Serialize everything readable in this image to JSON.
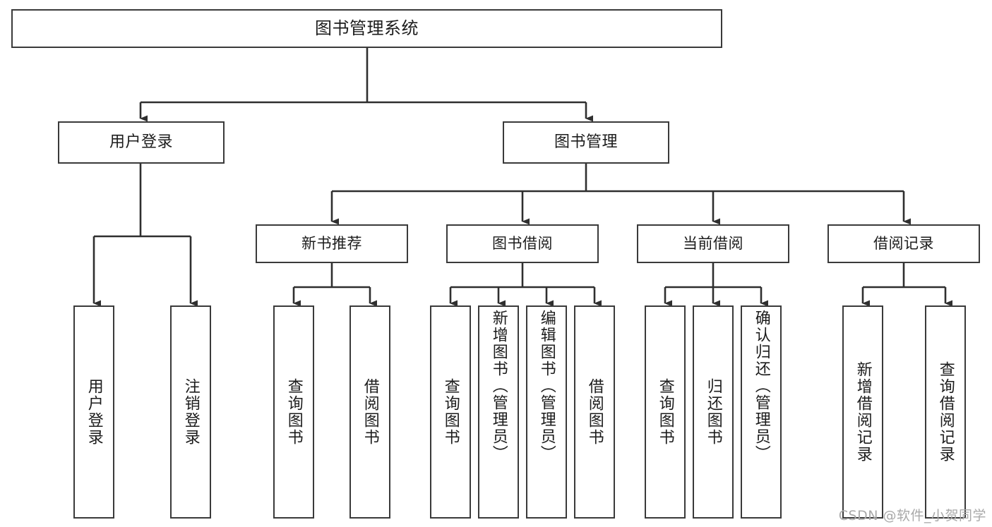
{
  "diagram": {
    "type": "tree-hierarchy",
    "title": "图书管理系统",
    "orientation": "top-down",
    "colors": {
      "box_border": "#3a3a3a",
      "box_fill": "#ffffff",
      "edge": "#2f2f2f",
      "text": "#1c1c1c",
      "watermark": "#a9a9a9"
    },
    "root": {
      "label": "图书管理系统"
    },
    "level2": [
      {
        "id": "user-login",
        "label": "用户登录"
      },
      {
        "id": "book-management",
        "label": "图书管理"
      }
    ],
    "level3": [
      {
        "id": "new-book-recommend",
        "label": "新书推荐",
        "parent": "book-management"
      },
      {
        "id": "book-borrow",
        "label": "图书借阅",
        "parent": "book-management"
      },
      {
        "id": "current-borrow",
        "label": "当前借阅",
        "parent": "book-management"
      },
      {
        "id": "borrow-record",
        "label": "借阅记录",
        "parent": "book-management"
      }
    ],
    "leaves": [
      {
        "id": "leaf-user-login",
        "label": "用户登录",
        "parent": "user-login"
      },
      {
        "id": "leaf-logout",
        "label": "注销登录",
        "parent": "user-login"
      },
      {
        "id": "leaf-query-book-1",
        "label": "查询图书",
        "parent": "new-book-recommend"
      },
      {
        "id": "leaf-borrow-book-1",
        "label": "借阅图书",
        "parent": "new-book-recommend"
      },
      {
        "id": "leaf-query-book-2",
        "label": "查询图书",
        "parent": "book-borrow"
      },
      {
        "id": "leaf-add-book",
        "label": "新增图书（管理员）",
        "parent": "book-borrow"
      },
      {
        "id": "leaf-edit-book",
        "label": "编辑图书（管理员）",
        "parent": "book-borrow"
      },
      {
        "id": "leaf-borrow-book-2",
        "label": "借阅图书",
        "parent": "book-borrow"
      },
      {
        "id": "leaf-query-book-3",
        "label": "查询图书",
        "parent": "current-borrow"
      },
      {
        "id": "leaf-return-book",
        "label": "归还图书",
        "parent": "current-borrow"
      },
      {
        "id": "leaf-confirm-return",
        "label": "确认归还（管理员）",
        "parent": "current-borrow"
      },
      {
        "id": "leaf-add-record",
        "label": "新增借阅记录",
        "parent": "borrow-record"
      },
      {
        "id": "leaf-query-record",
        "label": "查询借阅记录",
        "parent": "borrow-record"
      }
    ],
    "watermark": "CSDN @软件_小贺同学"
  }
}
